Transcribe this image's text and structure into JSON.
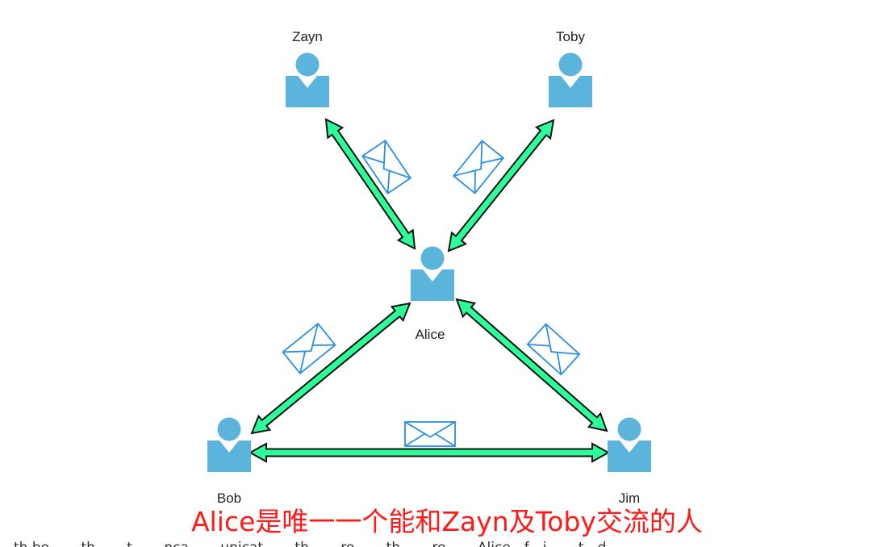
{
  "colors": {
    "person": "#5ab4dc",
    "arrow_fill": "#2cff99",
    "arrow_stroke": "#111111",
    "envelope": "#2a8fe0",
    "caption": "#ff1a1a"
  },
  "nodes": {
    "zayn": {
      "label": "Zayn",
      "icon": "person-icon"
    },
    "toby": {
      "label": "Toby",
      "icon": "person-icon"
    },
    "alice": {
      "label": "Alice",
      "icon": "person-icon"
    },
    "bob": {
      "label": "Bob",
      "icon": "person-icon"
    },
    "jim": {
      "label": "Jim",
      "icon": "person-icon"
    }
  },
  "edges": [
    {
      "from": "zayn",
      "to": "alice",
      "icon": "envelope-icon"
    },
    {
      "from": "toby",
      "to": "alice",
      "icon": "envelope-icon"
    },
    {
      "from": "bob",
      "to": "alice",
      "icon": "envelope-icon"
    },
    {
      "from": "jim",
      "to": "alice",
      "icon": "envelope-icon"
    },
    {
      "from": "bob",
      "to": "jim",
      "icon": "envelope-icon"
    }
  ],
  "caption": "Alice是唯一一个能和Zayn及Toby交流的人",
  "cutoff_text": "…th bo… …th…  …t…  …nca… …unicat… …th… …ro… …th… …ro… …Alice…f…i…  …t…d"
}
